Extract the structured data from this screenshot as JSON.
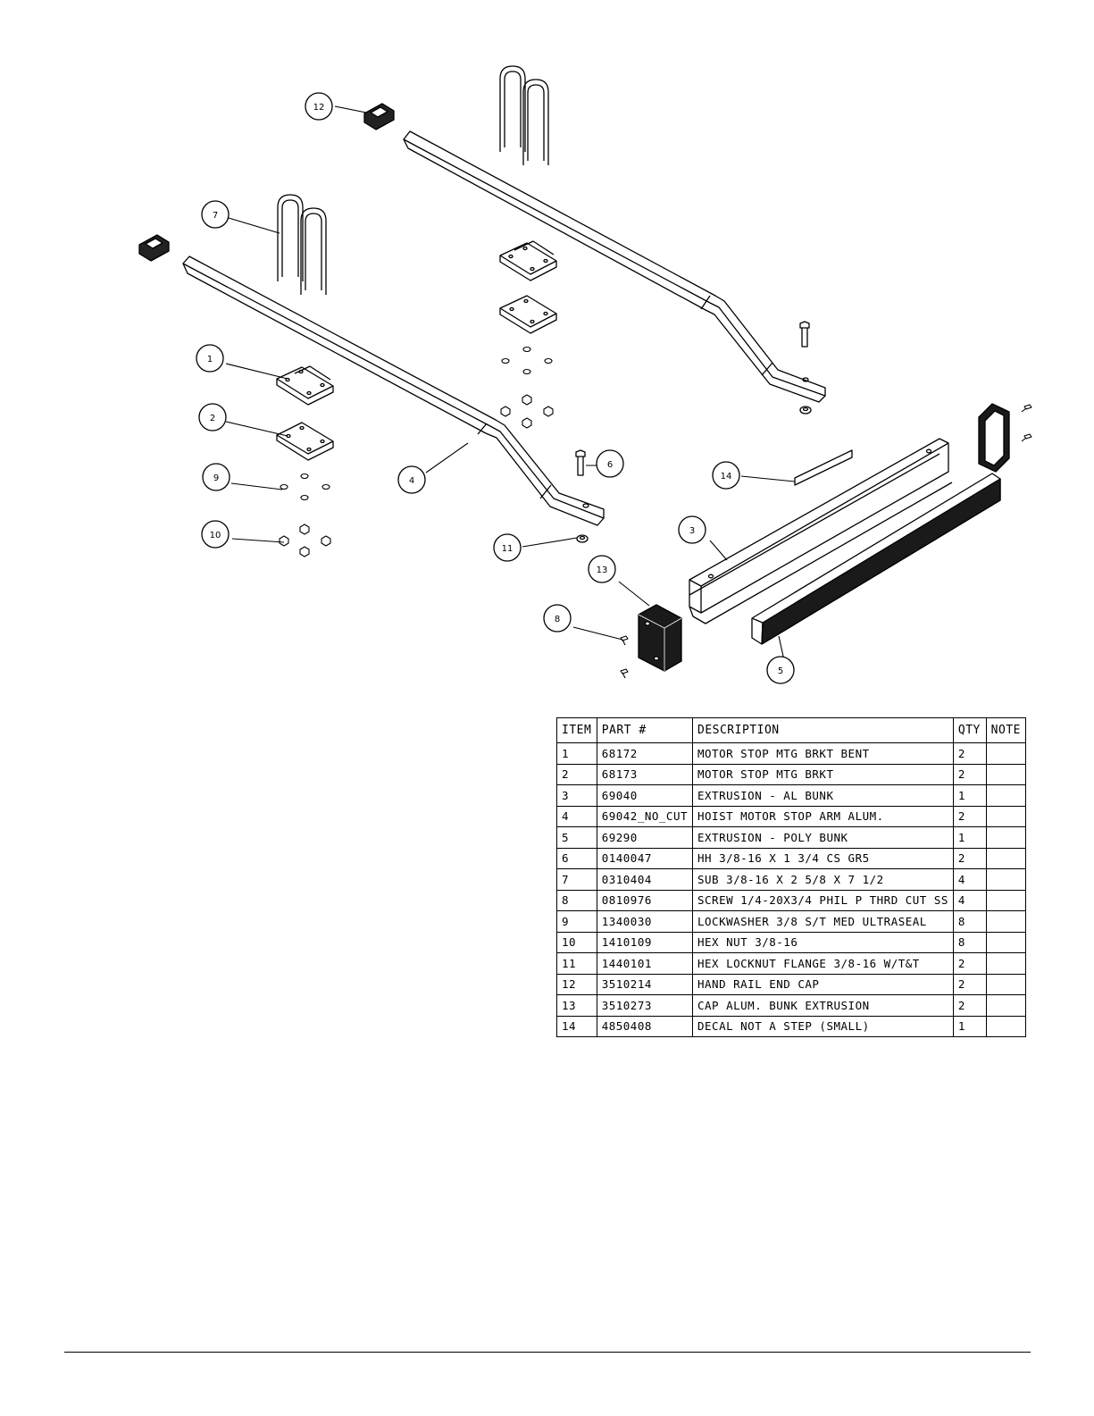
{
  "callouts": [
    "1",
    "2",
    "3",
    "4",
    "5",
    "6",
    "7",
    "8",
    "9",
    "10",
    "11",
    "12",
    "13",
    "14"
  ],
  "table": {
    "headers": [
      "ITEM",
      "PART #",
      "DESCRIPTION",
      "QTY",
      "NOTE"
    ],
    "rows": [
      [
        "1",
        "68172",
        "MOTOR STOP MTG BRKT BENT",
        "2",
        ""
      ],
      [
        "2",
        "68173",
        "MOTOR STOP MTG BRKT",
        "2",
        ""
      ],
      [
        "3",
        "69040",
        "EXTRUSION - AL BUNK",
        "1",
        ""
      ],
      [
        "4",
        "69042_NO_CUT",
        "HOIST MOTOR STOP ARM ALUM.",
        "2",
        ""
      ],
      [
        "5",
        "69290",
        "EXTRUSION - POLY BUNK",
        "1",
        ""
      ],
      [
        "6",
        "0140047",
        "HH 3/8-16 X 1 3/4 CS GR5",
        "2",
        ""
      ],
      [
        "7",
        "0310404",
        "SUB 3/8-16 X 2 5/8  X 7 1/2",
        "4",
        ""
      ],
      [
        "8",
        "0810976",
        "SCREW 1/4-20X3/4 PHIL P THRD CUT SS",
        "4",
        ""
      ],
      [
        "9",
        "1340030",
        "LOCKWASHER 3/8 S/T MED ULTRASEAL",
        "8",
        ""
      ],
      [
        "10",
        "1410109",
        "HEX NUT 3/8-16",
        "8",
        ""
      ],
      [
        "11",
        "1440101",
        "HEX LOCKNUT FLANGE 3/8-16 W/T&T",
        "2",
        ""
      ],
      [
        "12",
        "3510214",
        "HAND RAIL END CAP",
        "2",
        ""
      ],
      [
        "13",
        "3510273",
        "CAP ALUM. BUNK EXTRUSION",
        "2",
        ""
      ],
      [
        "14",
        "4850408",
        "DECAL NOT A STEP (SMALL)",
        "1",
        ""
      ]
    ]
  }
}
